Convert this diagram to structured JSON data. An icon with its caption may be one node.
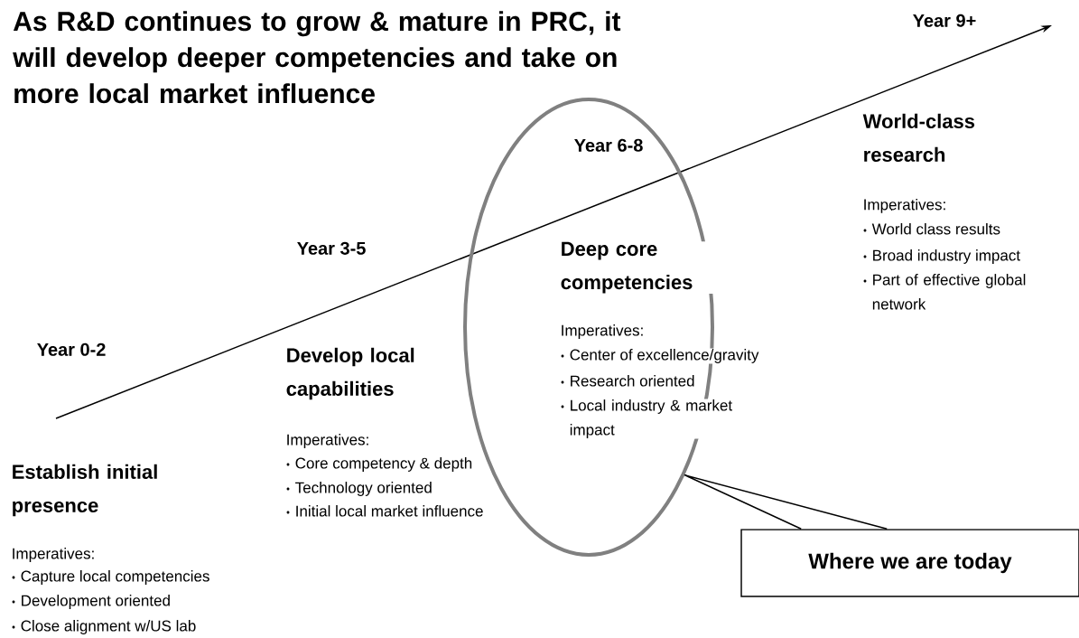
{
  "diagram": {
    "title": "As R&D continues to grow & mature in PRC, it will develop deeper competencies and take on more local market influence",
    "nodes": [
      {
        "text": [],
        "shape": "ellipse"
      },
      {
        "text": [
          "Where we are today"
        ]
      }
    ],
    "edges": [
      {
        "from": 1,
        "to": 0,
        "arrow": "none"
      }
    ],
    "labels": [
      "Year 0-2",
      "Establish initial presence",
      "Imperatives:",
      "Capture local competencies",
      "Development oriented",
      "Close alignment w/US lab",
      "Year 3-5",
      "Develop local capabilities",
      "Imperatives:",
      "Core competency & depth",
      "Technology oriented",
      "Initial local market influence",
      "Year 6-8",
      "Deep core competencies",
      "Imperatives:",
      "Center of excellence/gravity",
      "Research oriented",
      "Local industry & market impact",
      "Year 9+",
      "World-class research",
      "Imperatives:",
      "World class results",
      "Broad industry impact",
      "Part of effective global network"
    ]
  }
}
